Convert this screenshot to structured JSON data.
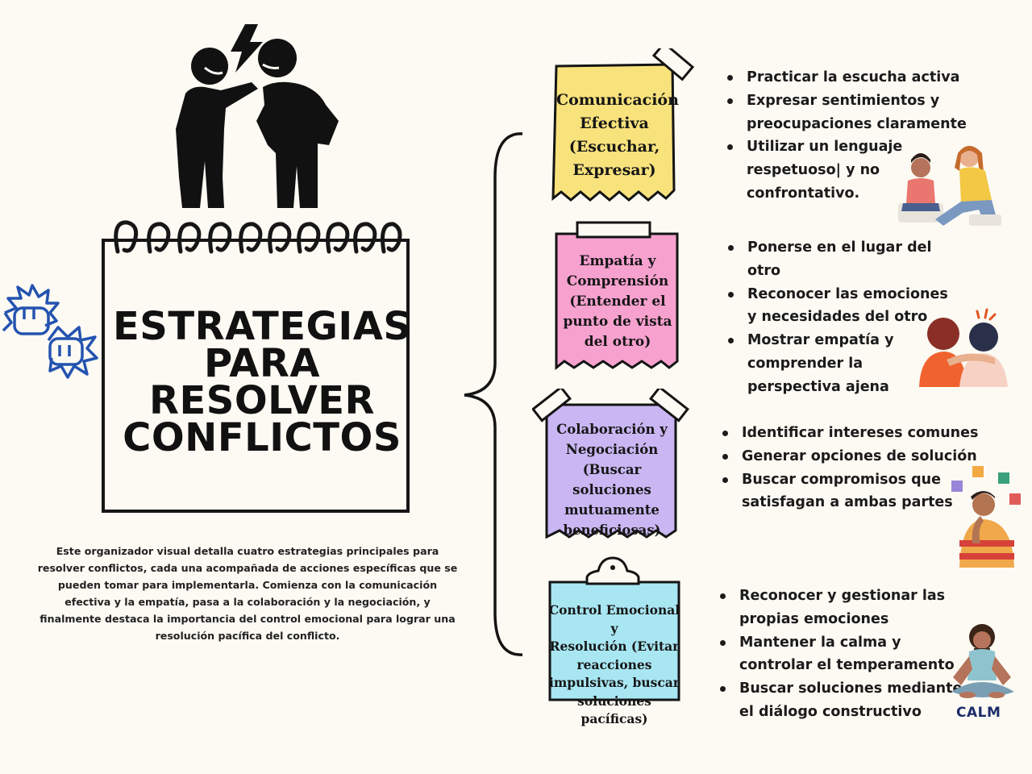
{
  "title": {
    "lines": [
      "ESTRATEGIAS",
      "PARA",
      "RESOLVER",
      "CONFLICTOS"
    ]
  },
  "description": "Este organizador visual detalla cuatro estrategias principales para resolver conflictos, cada una acompañada de acciones específicas que se pueden tomar para implementarla. Comienza con la comunicación efectiva y la empatía, pasa a la colaboración y la negociación, y finalmente destaca la importancia del control emocional para lograr una resolución pacífica del conflicto.",
  "strategies": [
    {
      "lines": [
        "Comunicación",
        "Efectiva",
        "(Escuchar,",
        "Expresar)"
      ],
      "color": "#f8e27c",
      "bullets": [
        [
          "Practicar la escucha activa"
        ],
        [
          "Expresar sentimientos y",
          "preocupaciones claramente"
        ],
        [
          "Utilizar un lenguaje",
          "respetuoso| y no",
          "confrontativo."
        ]
      ]
    },
    {
      "lines": [
        "Empatía y",
        "Comprensión",
        "(Entender el",
        "punto de vista",
        "del otro)"
      ],
      "color": "#f7a1cf",
      "bullets": [
        [
          "Ponerse en el lugar del",
          "otro"
        ],
        [
          "Reconocer las emociones",
          "y necesidades del otro"
        ],
        [
          "Mostrar empatía y",
          "comprender la",
          "perspectiva ajena"
        ]
      ]
    },
    {
      "lines": [
        "Colaboración y",
        "Negociación",
        "(Buscar soluciones",
        "mutuamente",
        "beneficiosas)"
      ],
      "color": "#c9b6f2",
      "bullets": [
        [
          "Identificar intereses comunes"
        ],
        [
          "Generar opciones de solución"
        ],
        [
          "Buscar compromisos que",
          "satisfagan a ambas partes"
        ]
      ]
    },
    {
      "lines": [
        "Control Emocional y",
        "Resolución (Evitar",
        "reacciones",
        "impulsivas, buscar",
        "soluciones pacíficas)"
      ],
      "color": "#a8e6f2",
      "bullets": [
        [
          "Reconocer y gestionar las",
          "propias emociones"
        ],
        [
          "Mantener la calma y",
          "controlar el temperamento"
        ],
        [
          "Buscar soluciones mediante",
          "el diálogo constructivo"
        ]
      ]
    }
  ],
  "colors": {
    "title_blob": "#d6e86a",
    "ink": "#141414",
    "fist_icon": "#2453b0",
    "background": "#fcfaf3"
  },
  "icons": {
    "header": "arguing-people-icon",
    "side": "fist-bump-icon",
    "illustrations": [
      "mother-child-illustration",
      "friends-hug-illustration",
      "thinking-puzzle-illustration",
      "meditation-illustration"
    ]
  },
  "calm_label": "CALM"
}
